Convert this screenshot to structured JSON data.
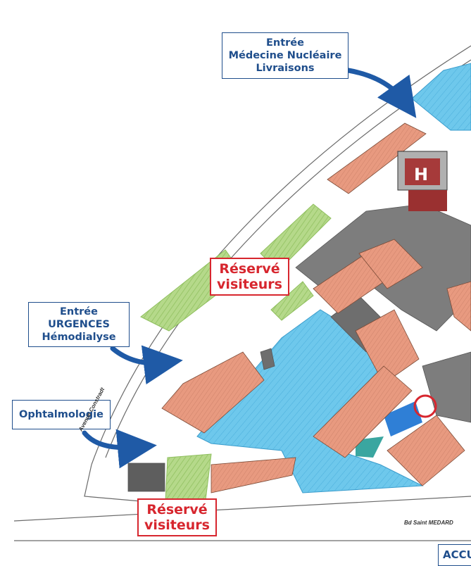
{
  "callouts": {
    "nuclear": [
      "Entrée",
      "Médecine Nucléaire",
      "Livraisons"
    ],
    "urgences": [
      "Entrée",
      "URGENCES",
      "Hémodialyse"
    ],
    "ophtalmo": [
      "Ophtalmologie"
    ]
  },
  "reserved_top": [
    "Réservé",
    "visiteurs"
  ],
  "reserved_bottom": [
    "Réservé",
    "visiteurs"
  ],
  "roads": {
    "avenue": "Avenue Constradt",
    "boulevard": "Bd Saint MEDARD"
  },
  "corner_label": "ACCU",
  "helipad_letter": "H",
  "colors": {
    "parking_blue": "#6ec8ec",
    "building_roof": "#e89a80",
    "building_flat": "#7d7d7d",
    "green_parking": "#b5d98a",
    "arrow_blue": "#1f5aa6",
    "reserved_red": "#d7262e"
  }
}
